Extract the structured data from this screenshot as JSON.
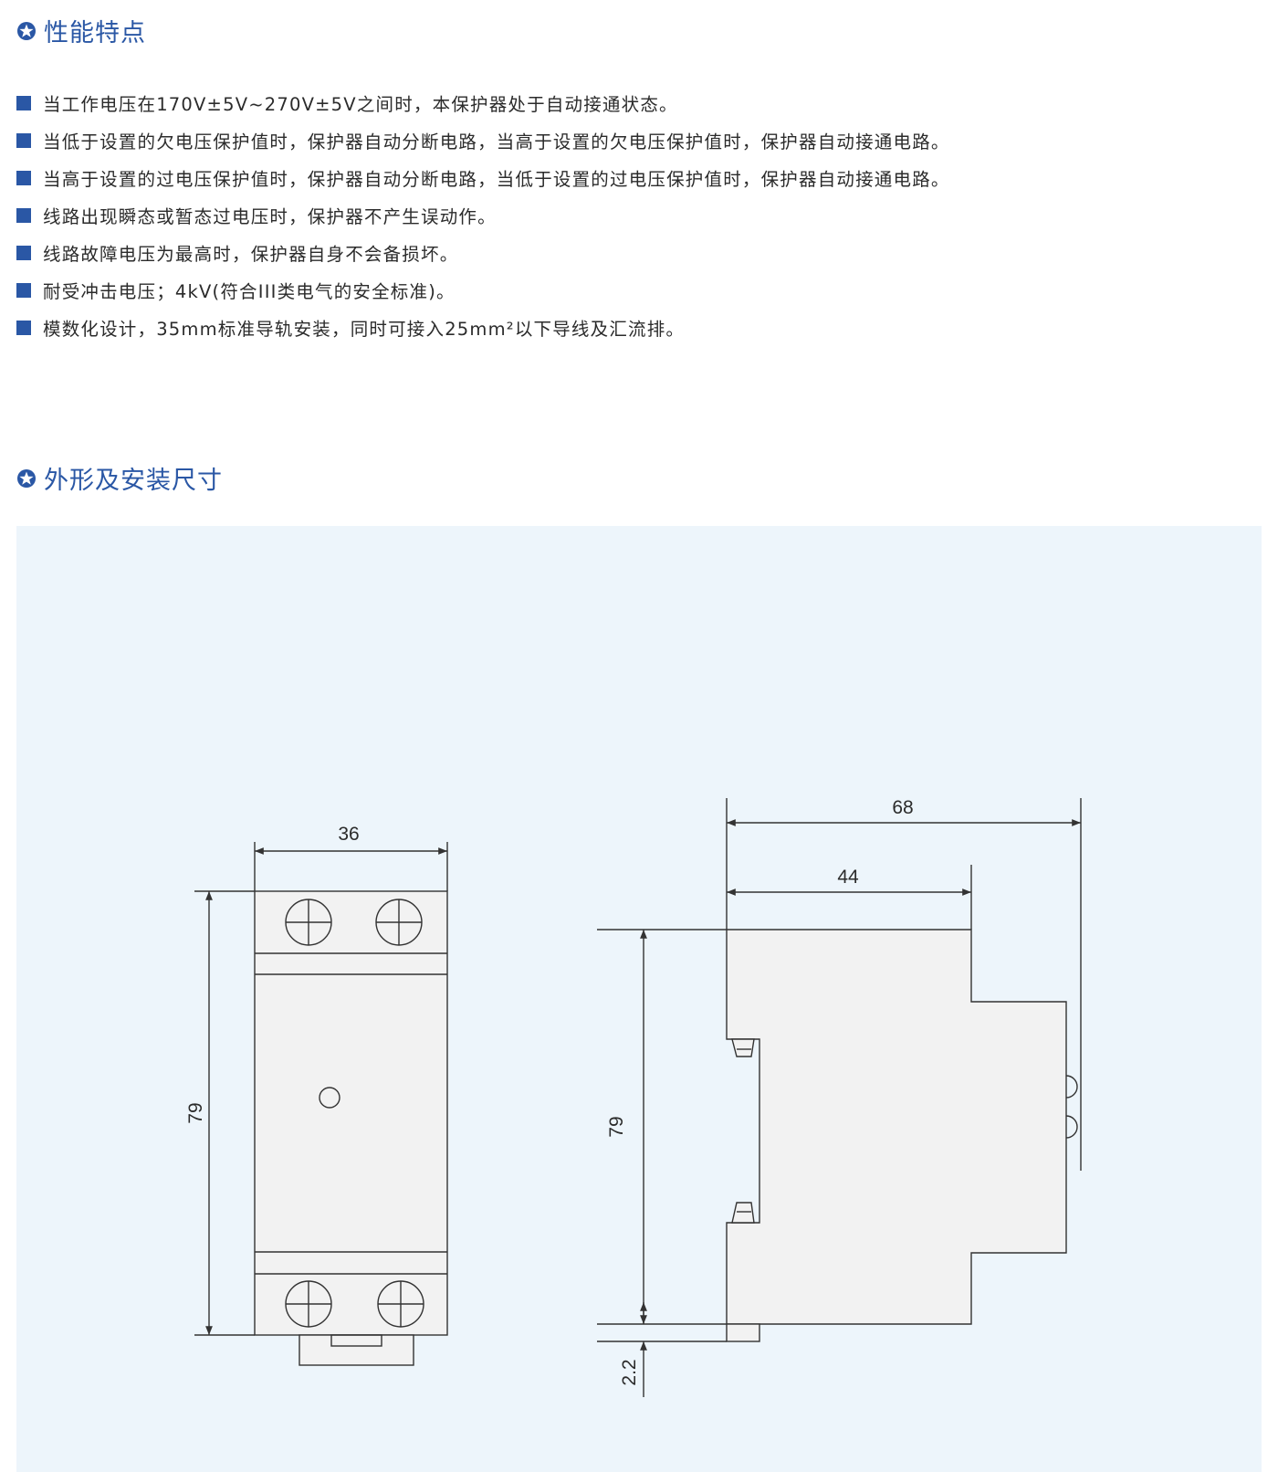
{
  "sections": {
    "features": {
      "title": "性能特点",
      "items": [
        "当工作电压在170V±5V~270V±5V之间时，本保护器处于自动接通状态。",
        "当低于设置的欠电压保护值时，保护器自动分断电路，当高于设置的欠电压保护值时，保护器自动接通电路。",
        "当高于设置的过电压保护值时，保护器自动分断电路，当低于设置的过电压保护值时，保护器自动接通电路。",
        "线路出现瞬态或暂态过电压时，保护器不产生误动作。",
        "线路故障电压为最高时，保护器自身不会备损坏。",
        "耐受冲击电压；4kV(符合III类电气的安全标准)。",
        "模数化设计，35mm标准导轨安装，同时可接入25mm²以下导线及汇流排。"
      ]
    },
    "dimensions": {
      "title": "外形及安装尺寸"
    }
  },
  "drawing": {
    "front_view": {
      "width_label": "36",
      "height_label": "79"
    },
    "side_view": {
      "depth_label": "68",
      "body_depth_label": "44",
      "height_label": "79",
      "rail_offset_label": "2.2"
    }
  },
  "colors": {
    "accent": "#2a57a5",
    "text": "#2b2b2b",
    "panel_bg": "#edf5fb",
    "device_fill": "#f2f2f2",
    "line": "#333333"
  },
  "icons": {
    "section_marker": "star-in-circle-icon",
    "bullet": "square-bullet-icon"
  }
}
